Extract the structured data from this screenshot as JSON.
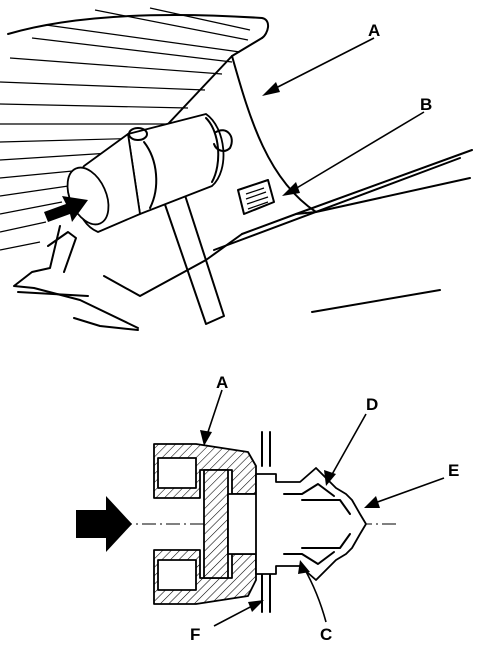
{
  "top_view": {
    "callouts": {
      "a": "A",
      "b": "B"
    },
    "icons": [
      "press-direction-arrow-icon",
      "airbag-label-icon"
    ]
  },
  "section_view": {
    "callouts": {
      "a": "A",
      "c": "C",
      "d": "D",
      "e": "E",
      "f": "F"
    },
    "icons": [
      "push-direction-arrow-icon"
    ]
  },
  "colors": {
    "ink": "#000000",
    "paper": "#ffffff"
  }
}
